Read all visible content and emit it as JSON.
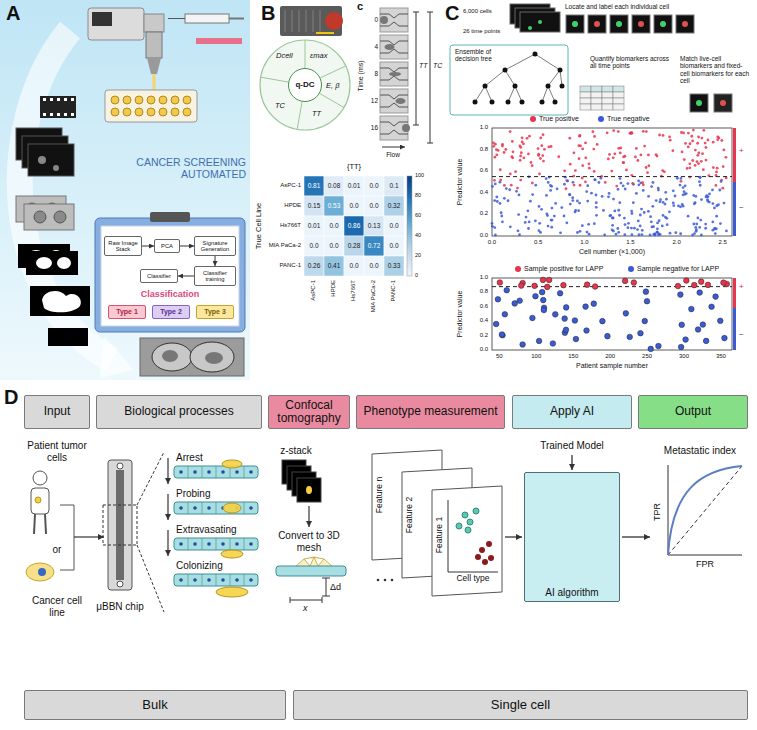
{
  "diagram": {
    "nodes": [
      {
        "text": [
          "Raw Image Stack"
        ]
      },
      {
        "text": [
          "PCA"
        ]
      },
      {
        "text": [
          "Signature Generation"
        ]
      },
      {
        "text": [
          "Classifier training"
        ]
      },
      {
        "text": [
          "Classifier"
        ]
      },
      {
        "text": [
          "Type 1"
        ]
      },
      {
        "text": [
          "Type 2"
        ]
      },
      {
        "text": [
          "Type 3"
        ]
      },
      {
        "text": [
          "q-DC"
        ]
      },
      {
        "text": [
          "Input"
        ]
      },
      {
        "text": [
          "Biological processes"
        ]
      },
      {
        "text": [
          "Confocal tomography"
        ]
      },
      {
        "text": [
          "Phenotype measurement"
        ]
      },
      {
        "text": [
          "Apply AI"
        ]
      },
      {
        "text": [
          "Output"
        ]
      },
      {
        "text": [
          "μBBN chip"
        ]
      },
      {
        "text": [
          "AI algorithm"
        ]
      },
      {
        "text": [
          "Bulk"
        ]
      },
      {
        "text": [
          "Single cell"
        ]
      }
    ],
    "edges": [
      {
        "from": 0,
        "to": 1,
        "arrow": "to"
      },
      {
        "from": 1,
        "to": 2,
        "arrow": "to"
      },
      {
        "from": 2,
        "to": 3,
        "arrow": "to"
      },
      {
        "from": 3,
        "to": 4,
        "arrow": "to"
      }
    ],
    "labels": [
      "A",
      "CANCER SCREENING AUTOMATED",
      "Classification",
      "B",
      "c",
      "Dcell",
      "εmax",
      "E, β",
      "TT",
      "TC",
      "Time (ms)",
      "0",
      "4",
      "8",
      "12",
      "16",
      "Flow",
      "TT",
      "TC",
      "{TT}",
      "True Cell Line",
      "AsPC-1",
      "HPDE",
      "Hs766T",
      "MIA PaCa-2",
      "PANC-1",
      "0.81",
      "0.08",
      "0.01",
      "0.0",
      "0.1",
      "0.15",
      "0.53",
      "0.0",
      "0.0",
      "0.32",
      "0.01",
      "0.0",
      "0.86",
      "0.13",
      "0.0",
      "0.0",
      "0.0",
      "0.28",
      "0.72",
      "0.0",
      "0.26",
      "0.41",
      "0.0",
      "0.0",
      "0.33",
      "AsPC-1",
      "HPDE",
      "Hs766T",
      "MIA PaCa-2",
      "PANC-1",
      "100",
      "80",
      "60",
      "40",
      "20",
      "0",
      "C",
      "6,000 cells",
      "26 time points",
      "Locate and label each individual cell",
      "Ensemble of decision tree",
      "Quantify biomarkers across all time points",
      "Match live-cell biomarkers and fixed-cell biomarkers for each cell",
      "Predictor value",
      "0.0",
      "0.2",
      "0.4",
      "0.6",
      "0.8",
      "1.0",
      "0.0",
      "0.5",
      "1.0",
      "1.5",
      "2.0",
      "2.5",
      "Cell number (×1,000)",
      "+",
      "−",
      "Predictor value",
      "0.0",
      "0.2",
      "0.4",
      "0.6",
      "0.8",
      "1.0",
      "50",
      "100",
      "150",
      "200",
      "250",
      "300",
      "350",
      "Patient sample number",
      "+",
      "−",
      "D",
      "Patient tumor cells",
      "or",
      "Cancer cell line",
      "Arrest",
      "Probing",
      "Extravasating",
      "Colonizing",
      "z-stack",
      "Convert to 3D mesh",
      "Δd",
      "x",
      "Feature n",
      "Feature 2",
      "Feature 1",
      "Cell type",
      "Trained Model",
      "Metastatic index",
      "TPR",
      "FPR"
    ],
    "legend": [
      {
        "text": "True positive",
        "color": "#e8344e"
      },
      {
        "text": "True negative",
        "color": "#3b5bd6"
      },
      {
        "text": "Sample positive for LAPP",
        "color": "#e8344e"
      },
      {
        "text": "Sample negative for LAPP",
        "color": "#3b5bd6"
      }
    ]
  }
}
